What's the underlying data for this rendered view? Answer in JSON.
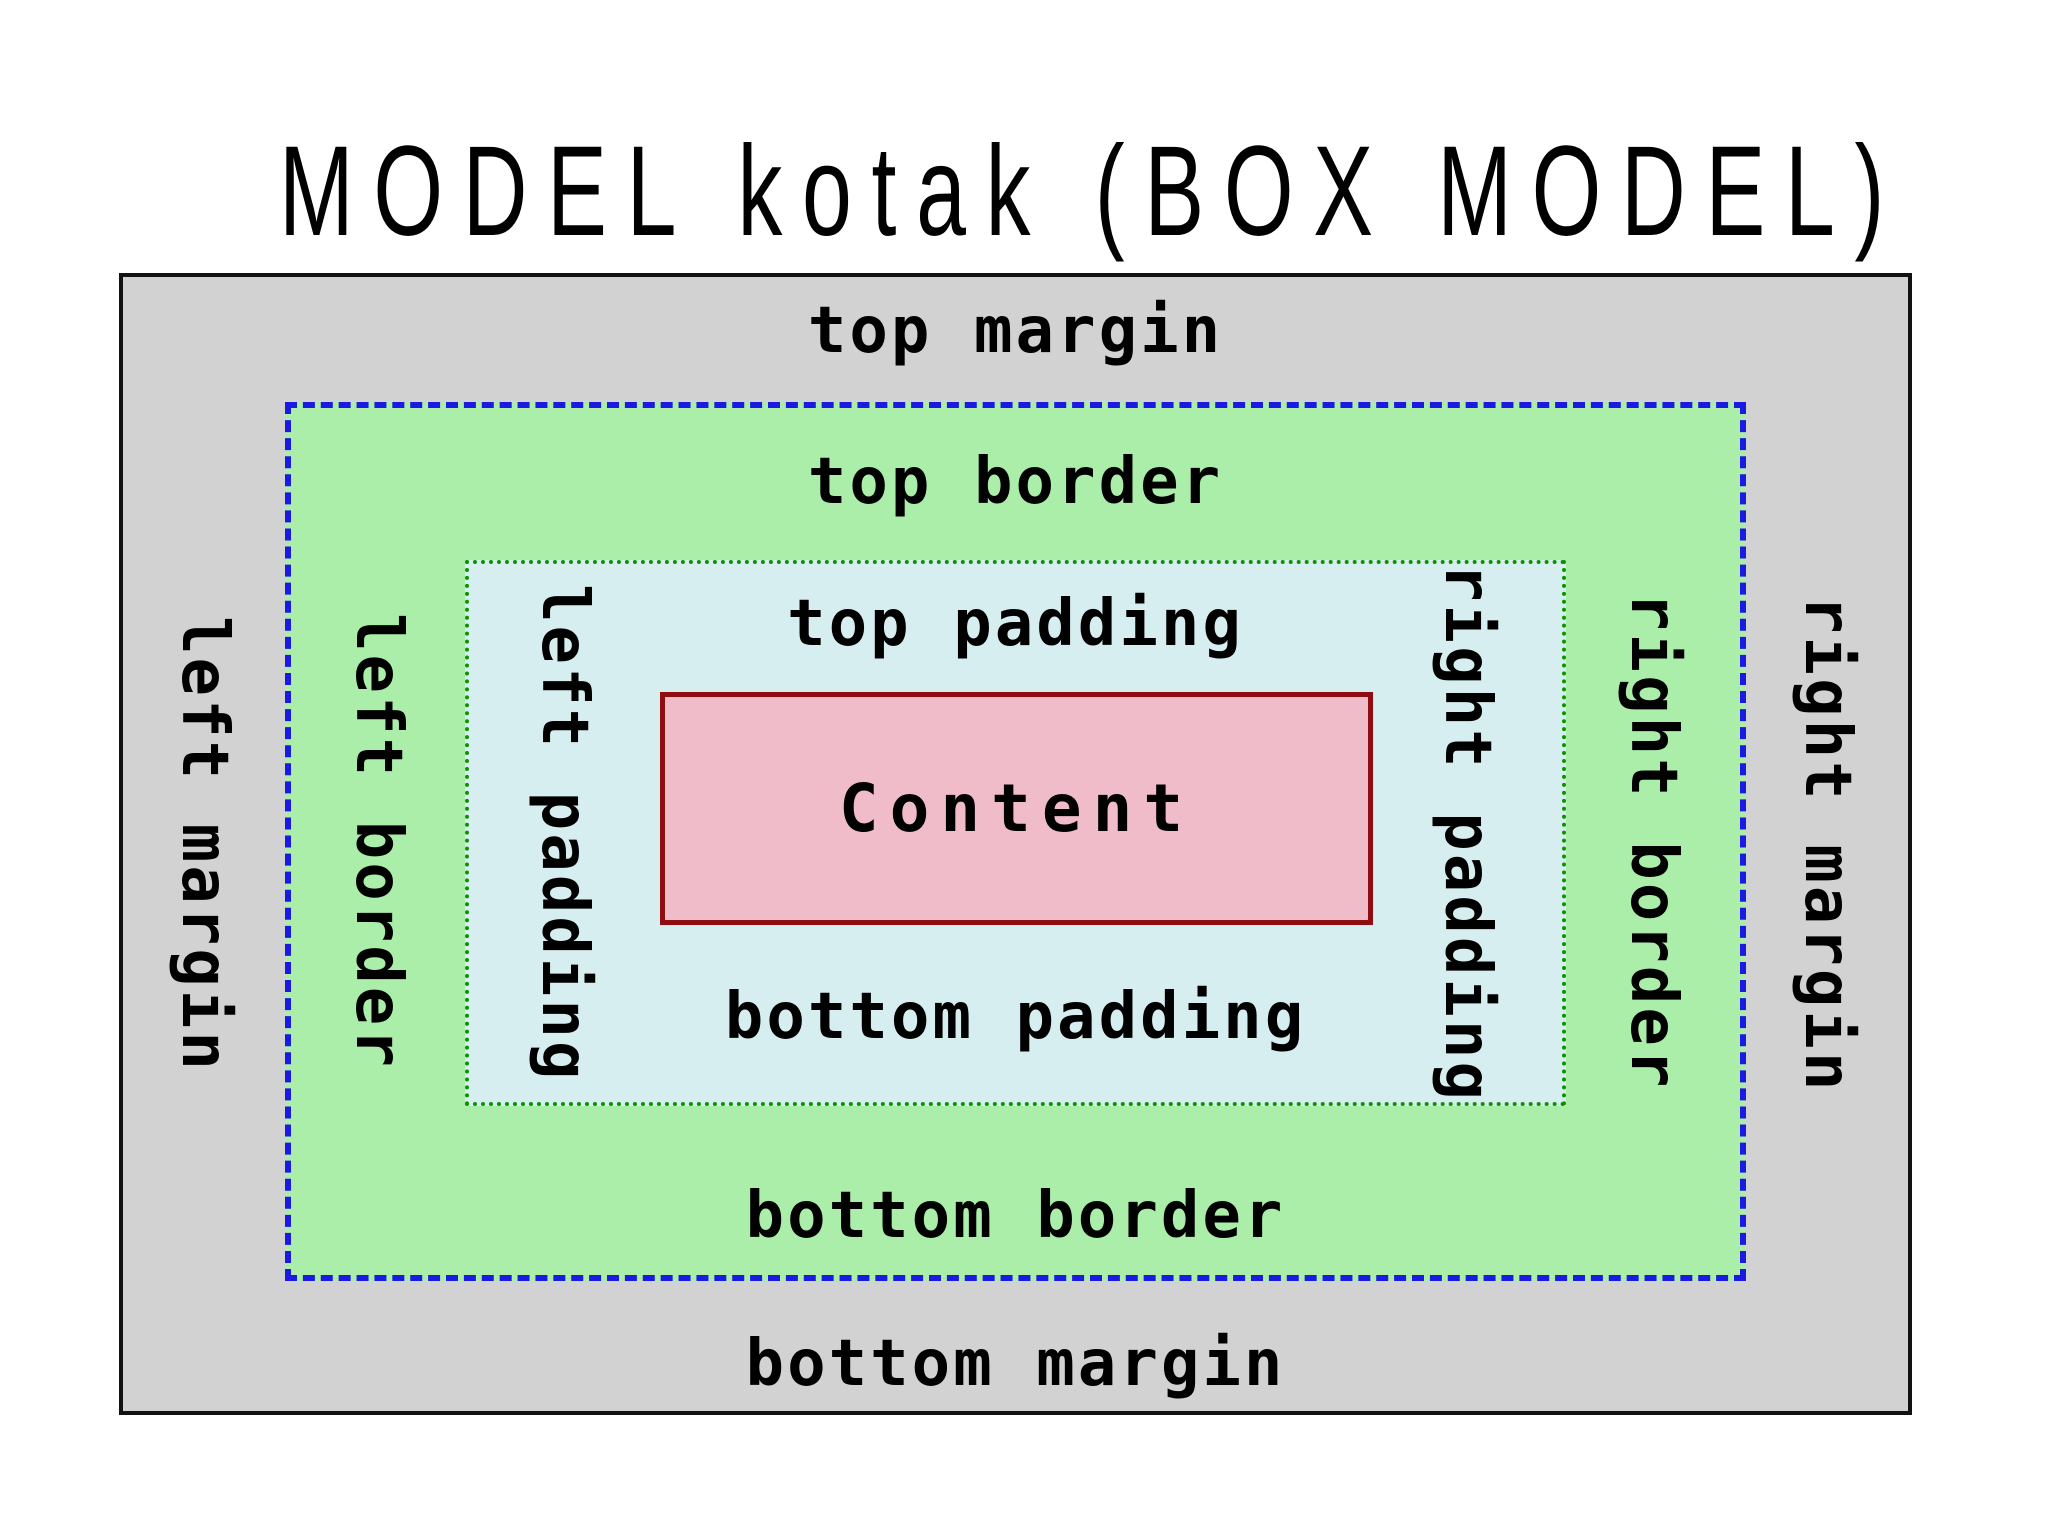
{
  "title": "MODEL kotak (BOX MODEL)",
  "box_model": {
    "margin": {
      "top": "top margin",
      "bottom": "bottom margin",
      "left": "left margin",
      "right": "right margin"
    },
    "border": {
      "top": "top border",
      "bottom": "bottom border",
      "left": "left border",
      "right": "right border"
    },
    "padding": {
      "top": "top padding",
      "bottom": "bottom padding",
      "left": "left padding",
      "right": "right padding"
    },
    "content_label": "Content"
  },
  "colors": {
    "margin_bg": "#d2d2d2",
    "margin_outline": "#121212",
    "border_bg": "#aaeeaa",
    "border_outline": "#1a1ae0",
    "padding_bg": "#d7eef0",
    "padding_outline": "#0c9400",
    "content_bg": "#f0bcca",
    "content_outline": "#8f0d10"
  }
}
